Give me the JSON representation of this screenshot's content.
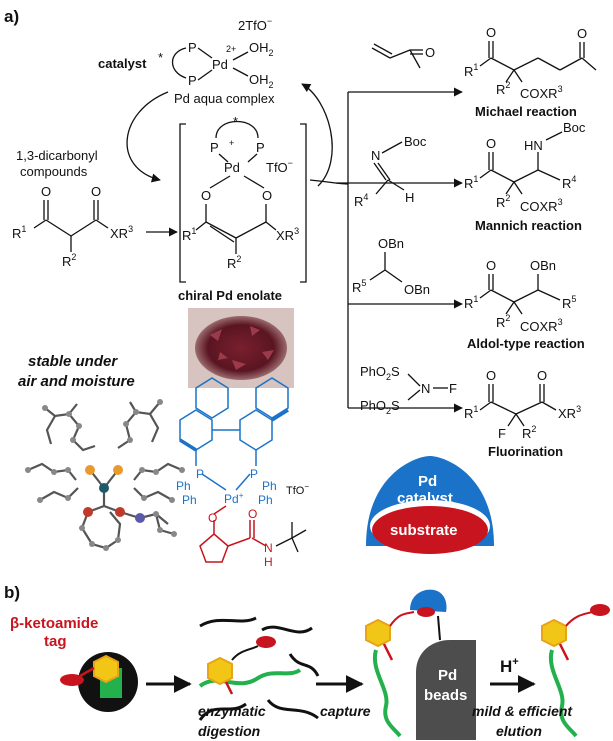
{
  "panel_a": {
    "label": "a)",
    "catalyst": {
      "label": "catalyst",
      "counterion": "2TfO",
      "counterion_sup": "−",
      "pd": "Pd",
      "charge": "2+",
      "p": "P",
      "water": "OH",
      "water_sub": "2",
      "star": "*",
      "caption": "Pd aqua complex"
    },
    "substrate": {
      "label_line1": "1,3-dicarbonyl",
      "label_line2": "compounds",
      "o": "O",
      "r1": "R",
      "r1_sup": "1",
      "r2": "R",
      "r2_sup": "2",
      "xr3": "XR",
      "xr3_sup": "3"
    },
    "enolate": {
      "pd": "Pd",
      "charge": "+",
      "p": "P",
      "star": "*",
      "tfo": "TfO",
      "tfo_sup": "−",
      "o": "O",
      "r1": "R",
      "r1_sup": "1",
      "r2": "R",
      "r2_sup": "2",
      "xr3": "XR",
      "xr3_sup": "3",
      "caption": "chiral Pd enolate"
    },
    "stable_line1": "stable under",
    "stable_line2": "air and moisture",
    "reagents": {
      "michael_o": "O",
      "imine_n": "N",
      "imine_boc": "Boc",
      "imine_r4": "R",
      "imine_r4_sup": "4",
      "imine_h": "H",
      "acetal_obn1": "OBn",
      "acetal_obn2": "OBn",
      "acetal_r5": "R",
      "acetal_r5_sup": "5",
      "nfsi_phso2_1": "PhO",
      "nfsi_phso2_1_sub": "2",
      "nfsi_s1": "S",
      "nfsi_n": "N",
      "nfsi_f": "F",
      "nfsi_phso2_2": "PhO",
      "nfsi_phso2_2_sub": "2",
      "nfsi_s2": "S"
    },
    "products": {
      "michael": {
        "o1": "O",
        "o2": "O",
        "r1": "R",
        "r1_sup": "1",
        "r2": "R",
        "r2_sup": "2",
        "coxr3": "COXR",
        "coxr3_sup": "3",
        "name": "Michael reaction"
      },
      "mannich": {
        "o1": "O",
        "hn": "HN",
        "boc": "Boc",
        "r1": "R",
        "r1_sup": "1",
        "r2": "R",
        "r2_sup": "2",
        "r4": "R",
        "r4_sup": "4",
        "coxr3": "COXR",
        "coxr3_sup": "3",
        "name": "Mannich reaction"
      },
      "aldol": {
        "o1": "O",
        "obn": "OBn",
        "r1": "R",
        "r1_sup": "1",
        "r2": "R",
        "r2_sup": "2",
        "r5": "R",
        "r5_sup": "5",
        "coxr3": "COXR",
        "coxr3_sup": "3",
        "name": "Aldol-type reaction"
      },
      "fluor": {
        "o1": "O",
        "o2": "O",
        "r1": "R",
        "r1_sup": "1",
        "r2": "R",
        "r2_sup": "2",
        "f": "F",
        "xr3": "XR",
        "xr3_sup": "3",
        "name": "Fluorination"
      }
    },
    "structure": {
      "ph": "Ph",
      "p": "P",
      "pd": "Pd",
      "pd_charge": "+",
      "tfo": "TfO",
      "tfo_sup": "−",
      "o": "O",
      "n": "N",
      "h": "H"
    },
    "model": {
      "top": "Pd",
      "top2": "catalyst",
      "bottom": "substrate"
    }
  },
  "panel_b": {
    "label": "b)",
    "tag_line1": "β-ketoamide",
    "tag_line2": "tag",
    "step1": "enzymatic",
    "step1b": "digestion",
    "step2": "capture",
    "beads1": "Pd",
    "beads2": "beads",
    "acid": "H",
    "acid_sup": "+",
    "step3": "mild & efficient",
    "step3b": "elution"
  },
  "colors": {
    "blue": "#1a73c8",
    "red": "#c8141e",
    "green": "#22b14c",
    "yellow": "#f2c617",
    "orange": "#e8a317",
    "gray": "#4d4d4d"
  }
}
